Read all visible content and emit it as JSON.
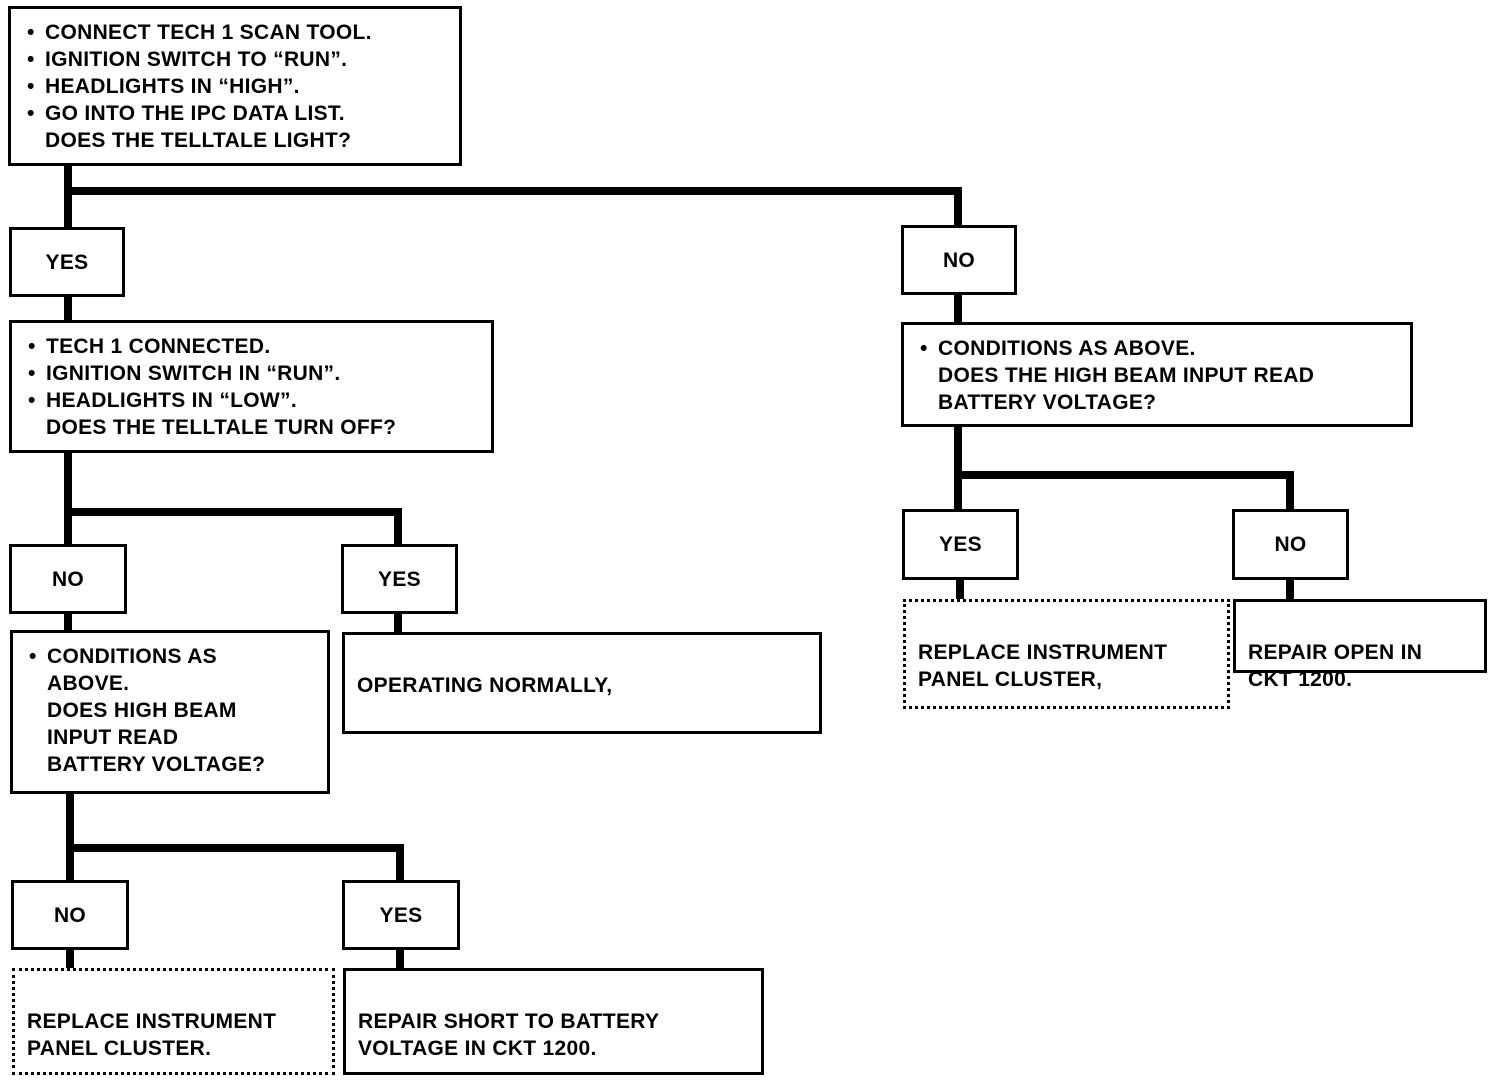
{
  "start": {
    "lines": [
      {
        "bullet": true,
        "text": "CONNECT TECH 1 SCAN TOOL."
      },
      {
        "bullet": true,
        "text": "IGNITION SWITCH TO “RUN”."
      },
      {
        "bullet": true,
        "text": "HEADLIGHTS IN “HIGH”."
      },
      {
        "bullet": true,
        "text": "GO INTO THE IPC DATA LIST."
      },
      {
        "bullet": false,
        "text": "DOES THE TELLTALE LIGHT?"
      }
    ]
  },
  "yes_branch": {
    "label": "YES",
    "step": {
      "lines": [
        {
          "bullet": true,
          "text": "TECH 1 CONNECTED."
        },
        {
          "bullet": true,
          "text": "IGNITION SWITCH IN “RUN”."
        },
        {
          "bullet": true,
          "text": "HEADLIGHTS IN “LOW”."
        },
        {
          "bullet": false,
          "text": "DOES THE TELLTALE TURN OFF?"
        }
      ]
    },
    "no": {
      "label": "NO",
      "step": {
        "lines": [
          {
            "bullet": true,
            "text": "CONDITIONS AS"
          },
          {
            "bullet": false,
            "text": "ABOVE."
          },
          {
            "bullet": false,
            "text": "DOES HIGH BEAM"
          },
          {
            "bullet": false,
            "text": "INPUT READ"
          },
          {
            "bullet": false,
            "text": "BATTERY VOLTAGE?"
          }
        ]
      },
      "no": {
        "label": "NO",
        "result": "REPLACE INSTRUMENT\nPANEL CLUSTER."
      },
      "yes": {
        "label": "YES",
        "result": "REPAIR SHORT TO BATTERY\nVOLTAGE IN CKT 1200."
      }
    },
    "yes": {
      "label": "YES",
      "result": "OPERATING NORMALLY,"
    }
  },
  "no_branch": {
    "label": "NO",
    "step": {
      "lines": [
        {
          "bullet": true,
          "text": "CONDITIONS AS ABOVE."
        },
        {
          "bullet": false,
          "text": "DOES THE HIGH BEAM INPUT READ"
        },
        {
          "bullet": false,
          "text": "BATTERY VOLTAGE?"
        }
      ]
    },
    "yes": {
      "label": "YES",
      "result": "REPLACE INSTRUMENT\nPANEL CLUSTER,"
    },
    "no": {
      "label": "NO",
      "result": "REPAIR OPEN IN\nCKT 1200."
    }
  }
}
